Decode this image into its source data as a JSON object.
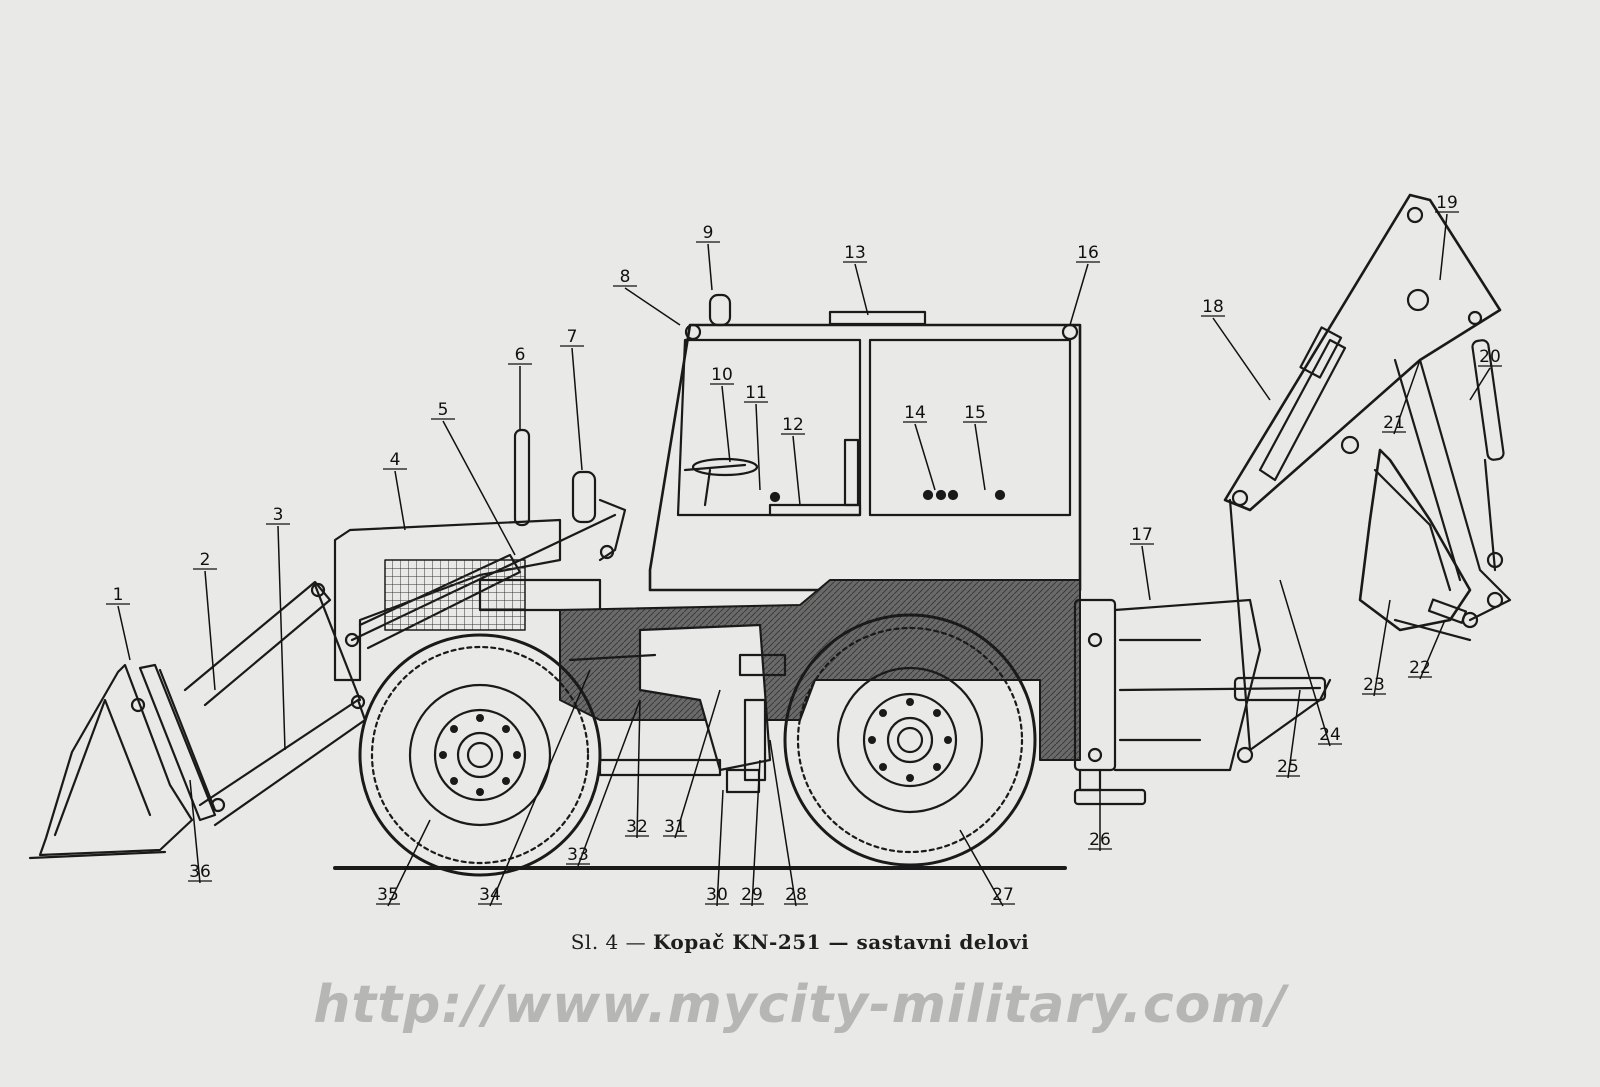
{
  "figure": {
    "caption_prefix": "Sl. 4 —",
    "caption_title": "Kopač KN-251 — sastavni delovi",
    "watermark": "http://www.mycity-military.com/"
  },
  "parts": [
    {
      "num": "1"
    },
    {
      "num": "2"
    },
    {
      "num": "3"
    },
    {
      "num": "4"
    },
    {
      "num": "5"
    },
    {
      "num": "6"
    },
    {
      "num": "7"
    },
    {
      "num": "8"
    },
    {
      "num": "9"
    },
    {
      "num": "10"
    },
    {
      "num": "11"
    },
    {
      "num": "12"
    },
    {
      "num": "13"
    },
    {
      "num": "14"
    },
    {
      "num": "15"
    },
    {
      "num": "16"
    },
    {
      "num": "17"
    },
    {
      "num": "18"
    },
    {
      "num": "19"
    },
    {
      "num": "20"
    },
    {
      "num": "21"
    },
    {
      "num": "22"
    },
    {
      "num": "23"
    },
    {
      "num": "24"
    },
    {
      "num": "25"
    },
    {
      "num": "26"
    },
    {
      "num": "27"
    },
    {
      "num": "28"
    },
    {
      "num": "29"
    },
    {
      "num": "30"
    },
    {
      "num": "31"
    },
    {
      "num": "32"
    },
    {
      "num": "33"
    },
    {
      "num": "34"
    },
    {
      "num": "35"
    },
    {
      "num": "36"
    }
  ]
}
